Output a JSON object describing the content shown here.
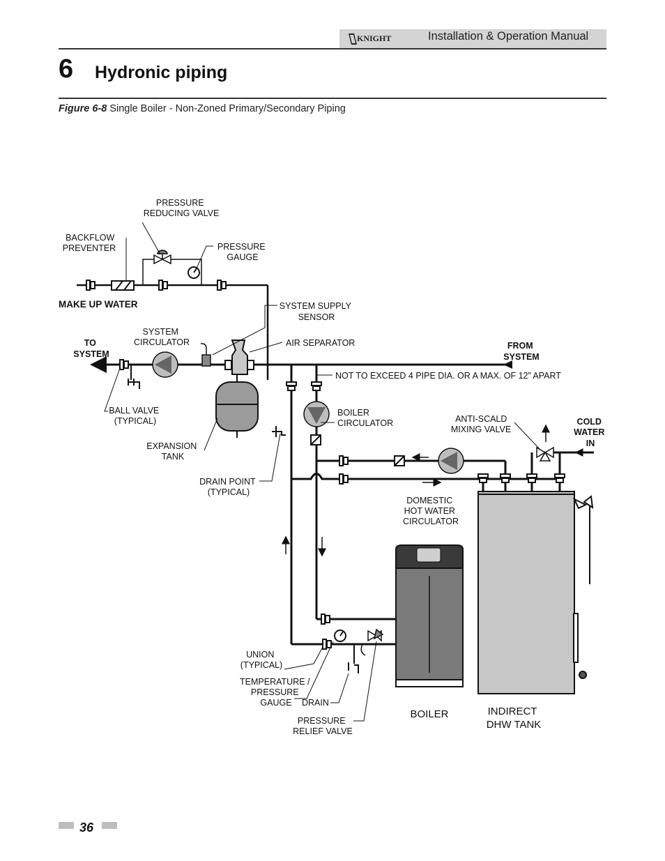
{
  "header": {
    "manual_title": "Installation & Operation Manual",
    "logo_text": "KNIGHT"
  },
  "chapter": {
    "number": "6",
    "title": "Hydronic piping"
  },
  "figure": {
    "label": "Figure 6-8",
    "caption": "Single Boiler - Non-Zoned Primary/Secondary Piping"
  },
  "labels": {
    "pressure_reducing_valve": [
      "PRESSURE",
      "REDUCING VALVE"
    ],
    "backflow_preventer": [
      "BACKFLOW",
      "PREVENTER"
    ],
    "pressure_gauge": [
      "PRESSURE",
      "GAUGE"
    ],
    "make_up_water": "MAKE UP WATER",
    "system_supply_sensor": [
      "SYSTEM SUPPLY",
      "SENSOR"
    ],
    "system_circulator": [
      "SYSTEM",
      "CIRCULATOR"
    ],
    "air_separator": "AIR SEPARATOR",
    "to_system": [
      "TO",
      "SYSTEM"
    ],
    "from_system": [
      "FROM",
      "SYSTEM"
    ],
    "spacing_note": "NOT TO EXCEED 4 PIPE DIA. OR A MAX. OF 12” APART",
    "ball_valve": [
      "BALL VALVE",
      "(TYPICAL)"
    ],
    "boiler_circulator": [
      "BOILER",
      "CIRCULATOR"
    ],
    "anti_scald": [
      "ANTI-SCALD",
      "MIXING VALVE"
    ],
    "cold_water_in": [
      "COLD",
      "WATER",
      "IN"
    ],
    "expansion_tank": [
      "EXPANSION",
      "TANK"
    ],
    "drain_point": [
      "DRAIN POINT",
      "(TYPICAL)"
    ],
    "dhw_circulator": [
      "DOMESTIC",
      "HOT WATER",
      "CIRCULATOR"
    ],
    "union": [
      "UNION",
      "(TYPICAL)"
    ],
    "temp_pressure_gauge": [
      "TEMPERATURE /",
      "PRESSURE",
      "GAUGE"
    ],
    "drain": "DRAIN",
    "pressure_relief_valve": [
      "PRESSURE",
      "RELIEF VALVE"
    ],
    "boiler": "BOILER",
    "indirect_tank": [
      "INDIRECT",
      "DHW TANK"
    ]
  },
  "footer": {
    "page_number": "36"
  },
  "colors": {
    "band": "#d4d4d4",
    "pump": "#8a8a8a",
    "tank": "#c7c7c7",
    "boiler": "#7b7b7b"
  }
}
